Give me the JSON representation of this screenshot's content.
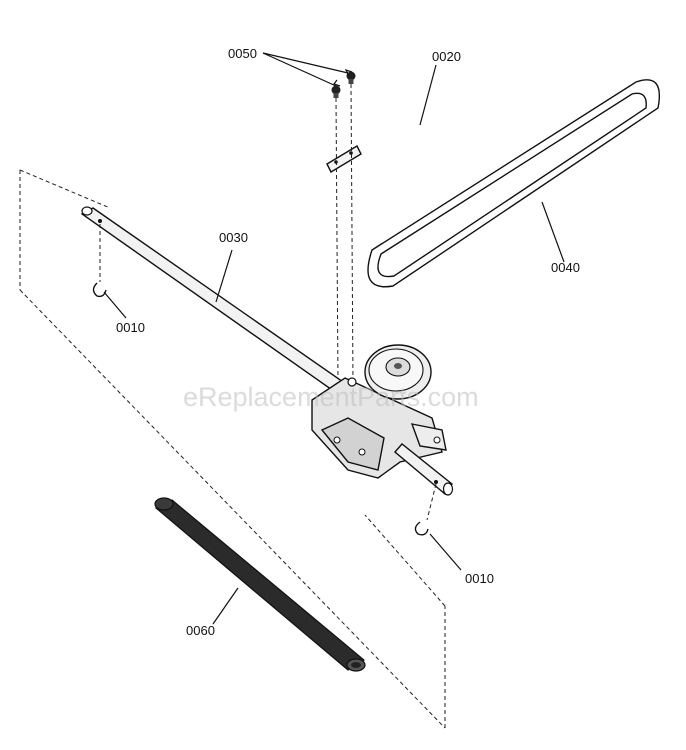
{
  "watermark": "eReplacementParts.com",
  "callouts": {
    "bolts": "0050",
    "rod": "0020",
    "shaft": "0030",
    "belt": "0040",
    "clip_left": "0010",
    "clip_right": "0010",
    "sleeve": "0060"
  }
}
